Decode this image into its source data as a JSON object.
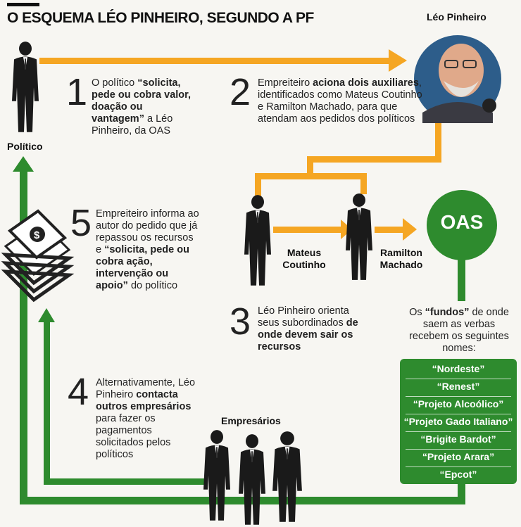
{
  "title": "O ESQUEMA LÉO PINHEIRO, SEGUNDO A PF",
  "labels": {
    "politico": "Político",
    "leo": "Léo Pinheiro",
    "mateus": "Mateus Coutinho",
    "ramilton": "Ramilton Machado",
    "empresarios": "Empresários",
    "oas": "OAS"
  },
  "steps": [
    {
      "n": "1",
      "t1": "O político ",
      "b1": "“solicita, pede ou cobra valor, doação ou vantagem”",
      "t2": " a Léo Pinheiro, da OAS"
    },
    {
      "n": "2",
      "t1": "Empreiteiro ",
      "b1": "aciona dois auxiliares",
      "t2": ", identificados como Mateus Coutinho e Ramilton Machado, para que atendam aos pedidos dos políticos"
    },
    {
      "n": "3",
      "t1": "Léo Pinheiro orienta seus subordinados ",
      "b1": "de onde devem sair os recursos",
      "t2": ""
    },
    {
      "n": "4",
      "t1": "Alternativamente, Léo Pinheiro ",
      "b1": "contacta outros empresários",
      "t2": " para fazer os pagamentos solicitados pelos políticos"
    },
    {
      "n": "5",
      "t1": "Empreiteiro informa ao autor do pedido que já repassou os recursos e ",
      "b1": "“solicita, pede ou cobra ação, intervenção ou apoio”",
      "t2": " do político"
    }
  ],
  "funds_intro": {
    "t1": "Os ",
    "b1": "“fundos”",
    "t2": " de onde saem as verbas recebem os seguintes nomes:"
  },
  "funds": [
    "“Nordeste”",
    "“Renest”",
    "“Projeto Alcoólico”",
    "“Projeto Gado Italiano”",
    "“Brigite Bardot”",
    "“Projeto Arara”",
    "“Epcot”"
  ],
  "colors": {
    "orange": "#f5a623",
    "green": "#2e8b2e",
    "dark_green": "#1f6b22"
  },
  "icons": [
    "person-silhouette-icon",
    "money-stack-icon",
    "portrait-photo"
  ]
}
